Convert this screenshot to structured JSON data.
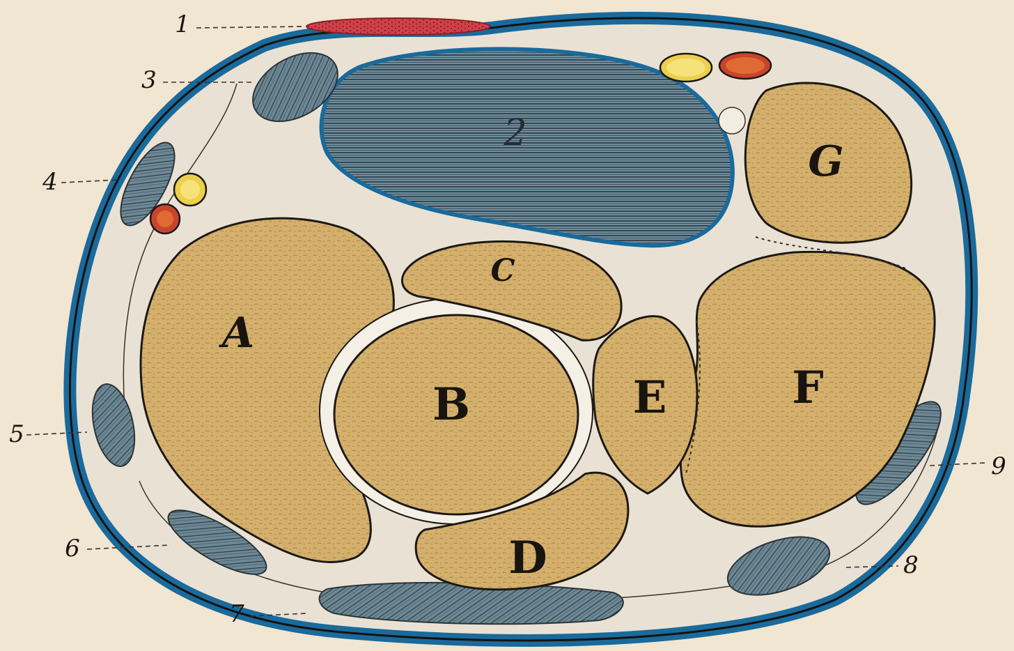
{
  "figure": {
    "regions": [
      {
        "id": "A",
        "label": "A"
      },
      {
        "id": "B",
        "label": "B"
      },
      {
        "id": "C",
        "label": "C"
      },
      {
        "id": "D",
        "label": "D"
      },
      {
        "id": "E",
        "label": "E"
      },
      {
        "id": "F",
        "label": "F"
      },
      {
        "id": "G",
        "label": "G"
      },
      {
        "id": "2",
        "label": "2"
      }
    ],
    "callouts": [
      "1",
      "3",
      "4",
      "5",
      "6",
      "7",
      "8",
      "9"
    ]
  },
  "colors": {
    "paper": "#f1e6d2",
    "outline_blue": "#1a6a9c",
    "fascia": "#e9e2d4",
    "tan_region": "#d3b06e",
    "muscle_gray_blue": "#6e8e9c",
    "vessel_red": "#c8442c",
    "vessel_yellow": "#ecd04a",
    "skin_red": "#d2434e"
  }
}
